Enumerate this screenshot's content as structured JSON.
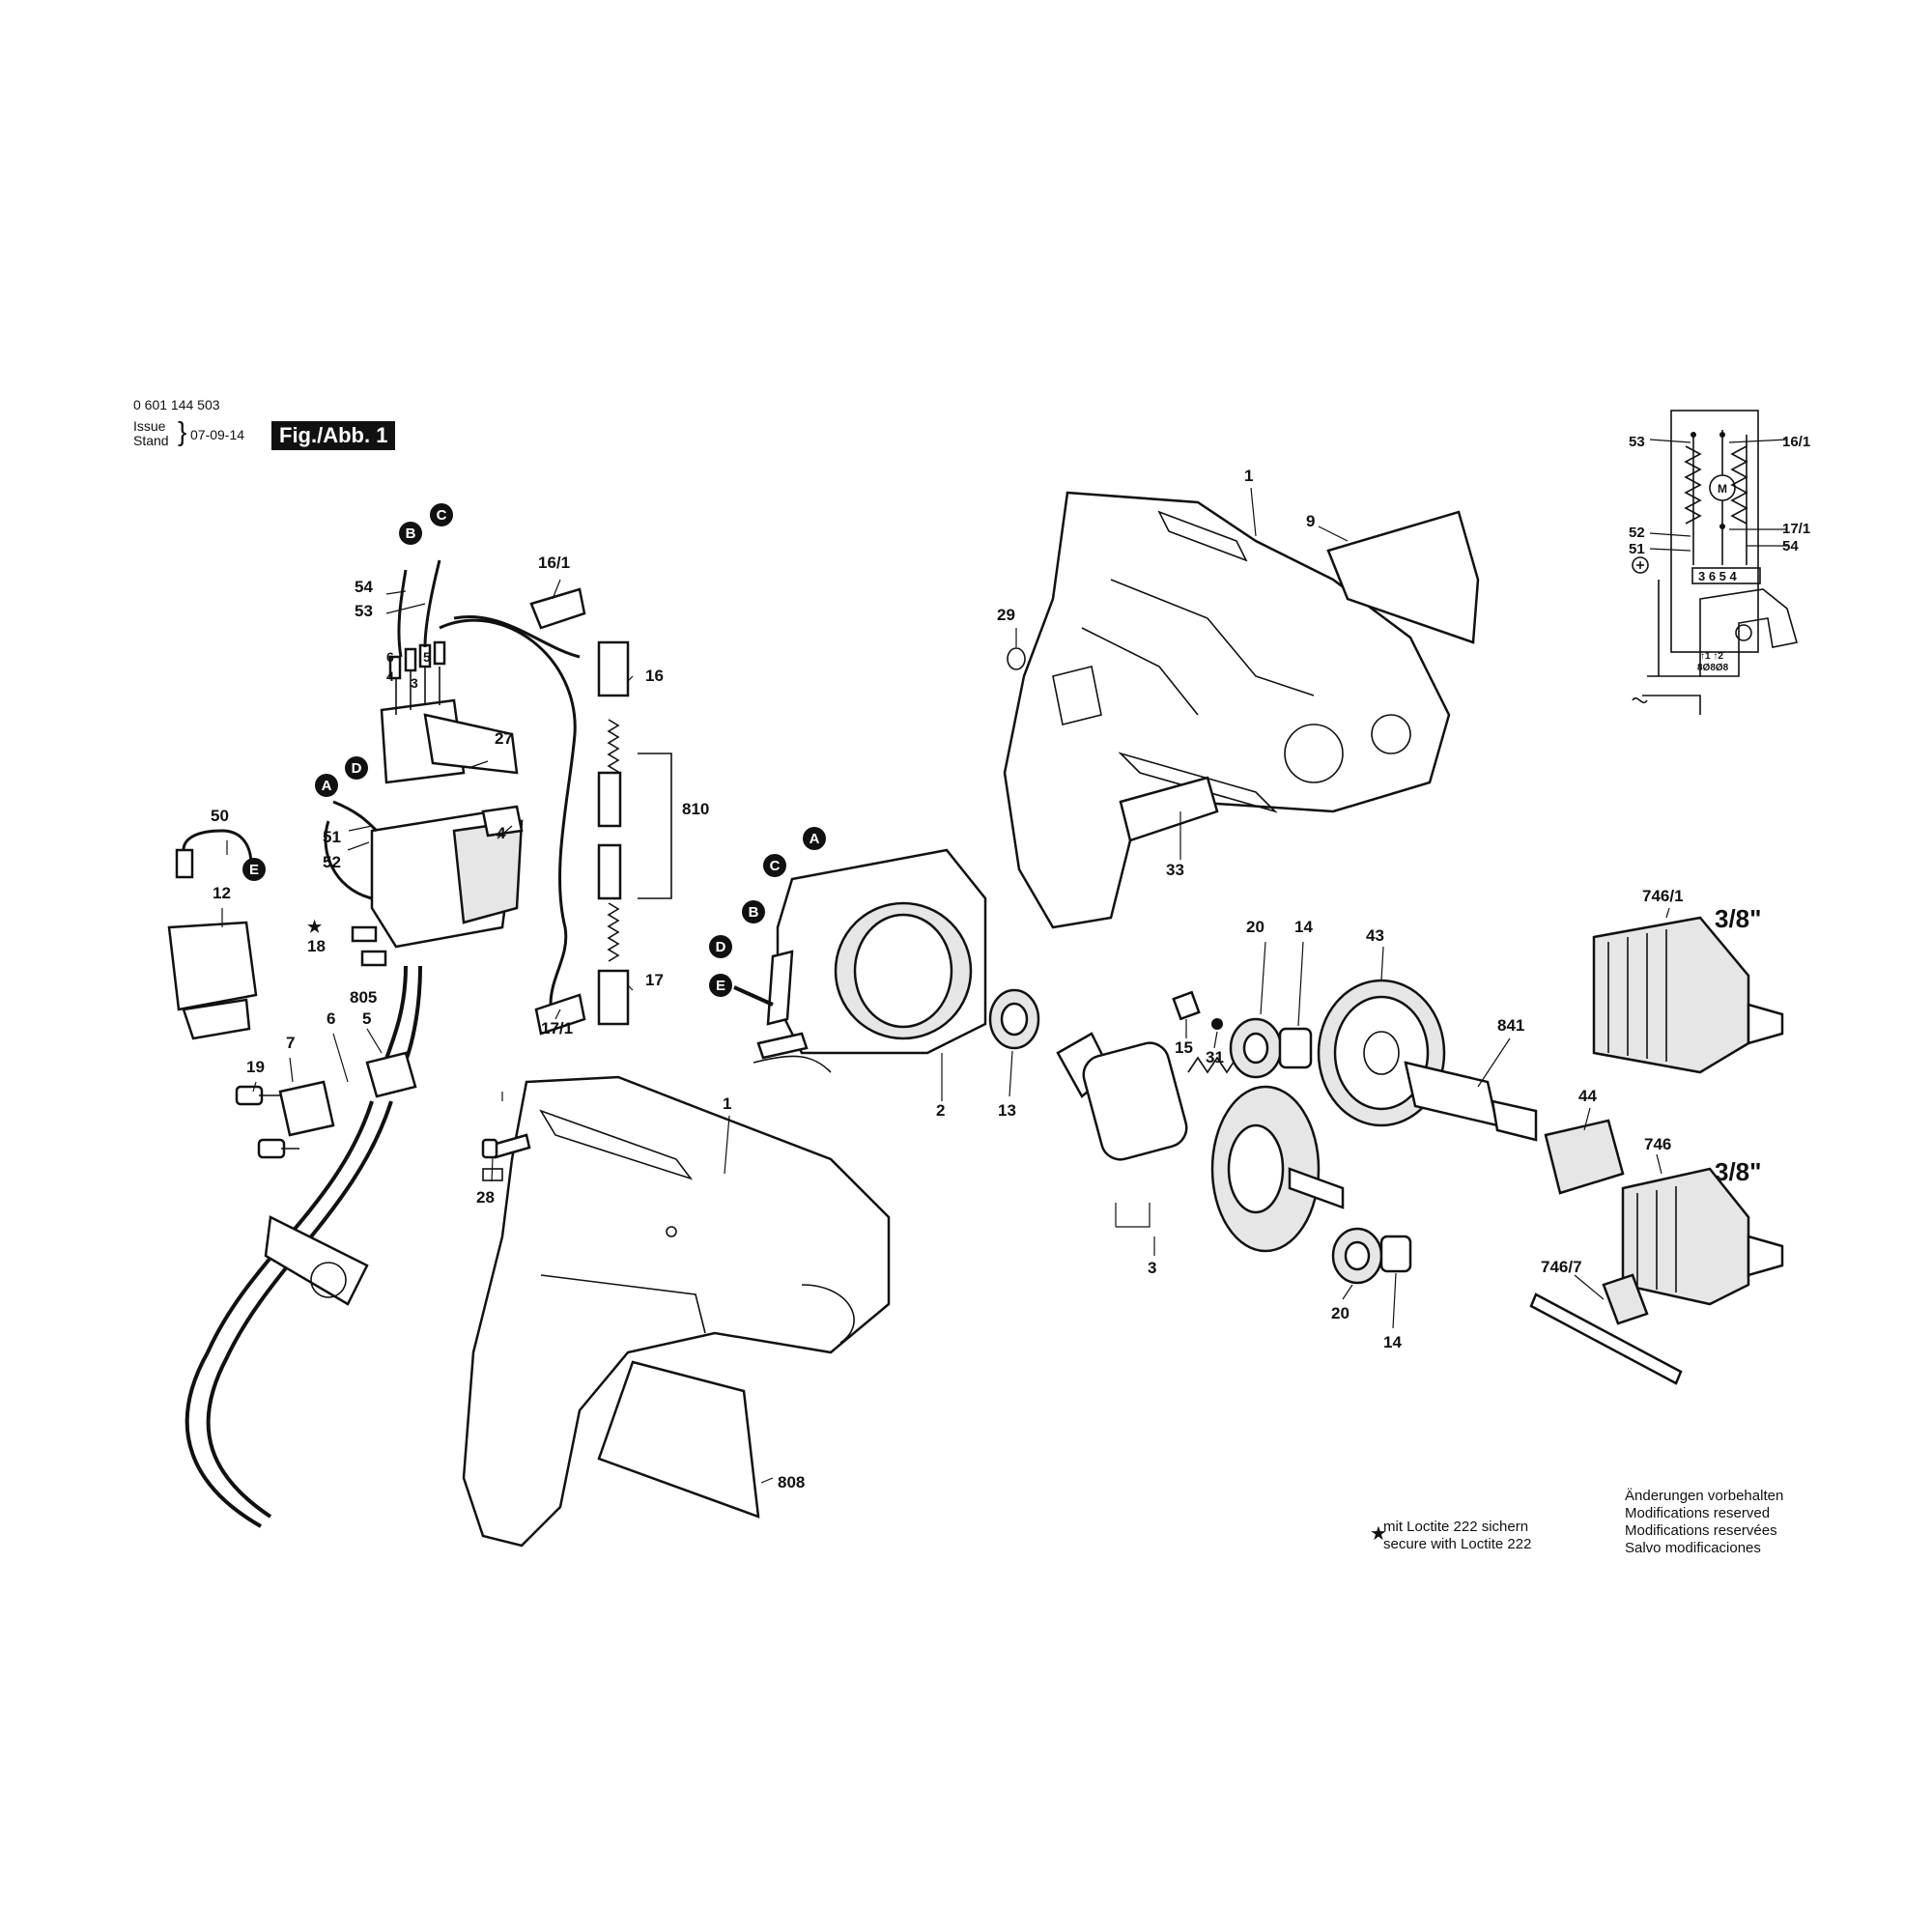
{
  "header": {
    "doc_number": "0 601 144 503",
    "issue_label_1": "Issue",
    "issue_label_2": "Stand",
    "issue_date": "07-09-14",
    "figure_label": "Fig./Abb. 1"
  },
  "connectors": [
    "A",
    "B",
    "C",
    "D",
    "E"
  ],
  "callouts": {
    "c1": "1",
    "c1b": "1",
    "c2": "2",
    "c3": "3",
    "c4": "4",
    "c5": "5",
    "c6": "6",
    "c7": "7",
    "c9": "9",
    "c12": "12",
    "c13": "13",
    "c14a": "14",
    "c14b": "14",
    "c15": "15",
    "c16": "16",
    "c16_1": "16/1",
    "c17": "17",
    "c17_1": "17/1",
    "c18": "18",
    "c19": "19",
    "c20a": "20",
    "c20b": "20",
    "c27": "27",
    "c28": "28",
    "c29": "29",
    "c31": "31",
    "c33": "33",
    "c43": "43",
    "c44": "44",
    "c50": "50",
    "c51": "51",
    "c52": "52",
    "c53": "53",
    "c54": "54",
    "c746": "746",
    "c746_1": "746/1",
    "c746_7": "746/7",
    "c805": "805",
    "c808": "808",
    "c810": "810",
    "c841": "841"
  },
  "chuck_sizes": {
    "top": "3/8\"",
    "bottom": "3/8\""
  },
  "schematic": {
    "labels": {
      "l53": "53",
      "l52": "52",
      "l51": "51",
      "r16_1": "16/1",
      "r17_1": "17/1",
      "r54": "54"
    },
    "terminals": "3 6 5 4",
    "motor": "M",
    "switch_codes": "↑1 ↑2",
    "switch_row": "8Ø8Ø8"
  },
  "notes": {
    "star": "★",
    "loctite_de": "mit Loctite 222 sichern",
    "loctite_en": "secure with Loctite 222",
    "mods_de": "Änderungen vorbehalten",
    "mods_en": "Modifications reserved",
    "mods_fr": "Modifications reservées",
    "mods_es": "Salvo modificaciones"
  }
}
